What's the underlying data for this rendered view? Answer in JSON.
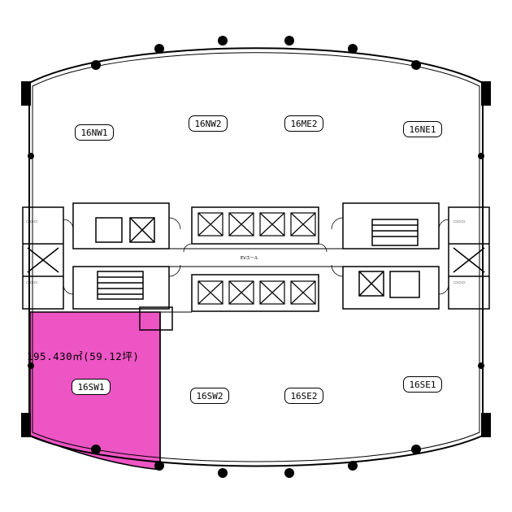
{
  "units": {
    "nw1": "16NW1",
    "nw2": "16NW2",
    "ne2": "16ME2",
    "ne1": "16NE1",
    "sw1": "16SW1",
    "sw2": "16SW2",
    "se2": "16SE2",
    "se1": "16SE1"
  },
  "highlight": {
    "area_text": "195.430㎡(59.12坪)",
    "color": "#ee55c4"
  },
  "core": {
    "hall": "EVホール"
  }
}
